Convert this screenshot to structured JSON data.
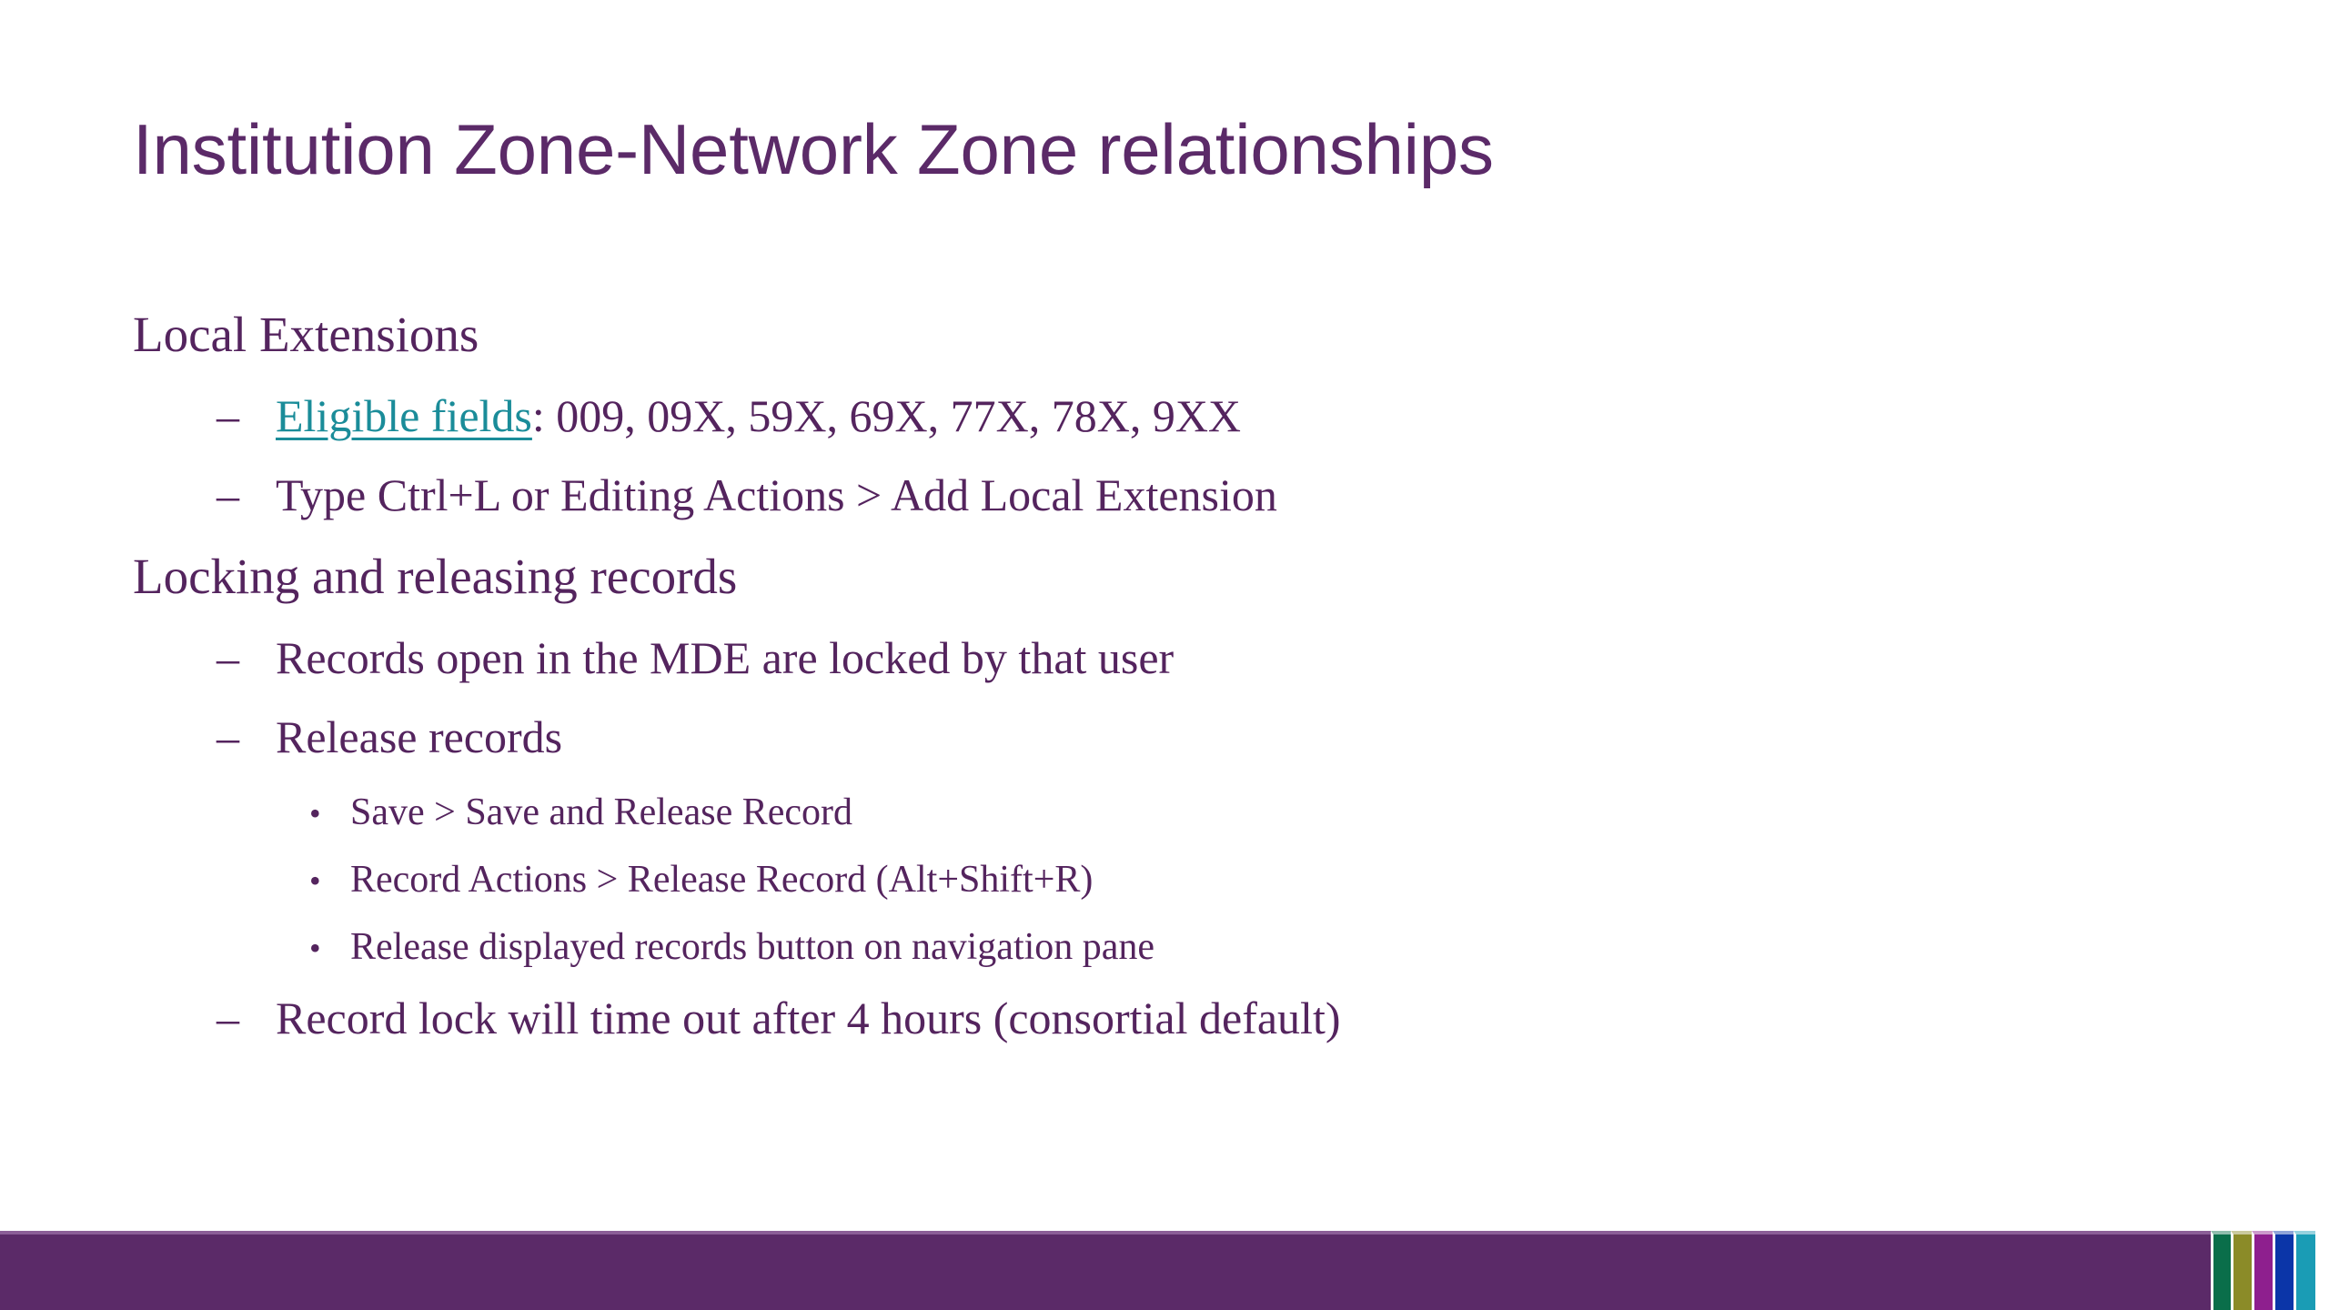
{
  "slide": {
    "title": "Institution Zone-Network Zone relationships",
    "title_color": "#5B2A68",
    "background_color": "#ffffff",
    "body_text_color": "#54245E",
    "link_color": "#1A8C99"
  },
  "outline": {
    "section1_heading": "Local Extensions",
    "s1_b1_prefix": "Eligible fields",
    "s1_b1_rest": ": 009, 09X, 59X, 69X, 77X, 78X, 9XX",
    "s1_b2": "Type Ctrl+L or Editing Actions > Add Local Extension",
    "section2_heading": "Locking and releasing records",
    "s2_b1": "Records open in the MDE are locked by that user",
    "s2_b2": "Release records",
    "s2_b2_s1": "Save > Save and Release Record",
    "s2_b2_s2": "Record Actions > Release Record (Alt+Shift+R)",
    "s2_b2_s3": "Release displayed records button on navigation pane",
    "s2_b3": "Record lock will time out after 4 hours (consortial default)",
    "dash_bullet_glyph": "–",
    "dot_bullet_glyph": "•"
  },
  "footer": {
    "main_color": "#5B2A68",
    "accent_line_color": "#8B5E97",
    "segments": [
      {
        "name": "green-segment",
        "color": "#0A6E4A",
        "width": 22
      },
      {
        "name": "olive-segment",
        "color": "#8B8B28",
        "width": 23
      },
      {
        "name": "magenta-segment",
        "color": "#8E1F8E",
        "width": 23
      },
      {
        "name": "blue-segment",
        "color": "#0B35A8",
        "width": 23
      },
      {
        "name": "teal-segment",
        "color": "#1A9CB5",
        "width": 24
      }
    ]
  }
}
